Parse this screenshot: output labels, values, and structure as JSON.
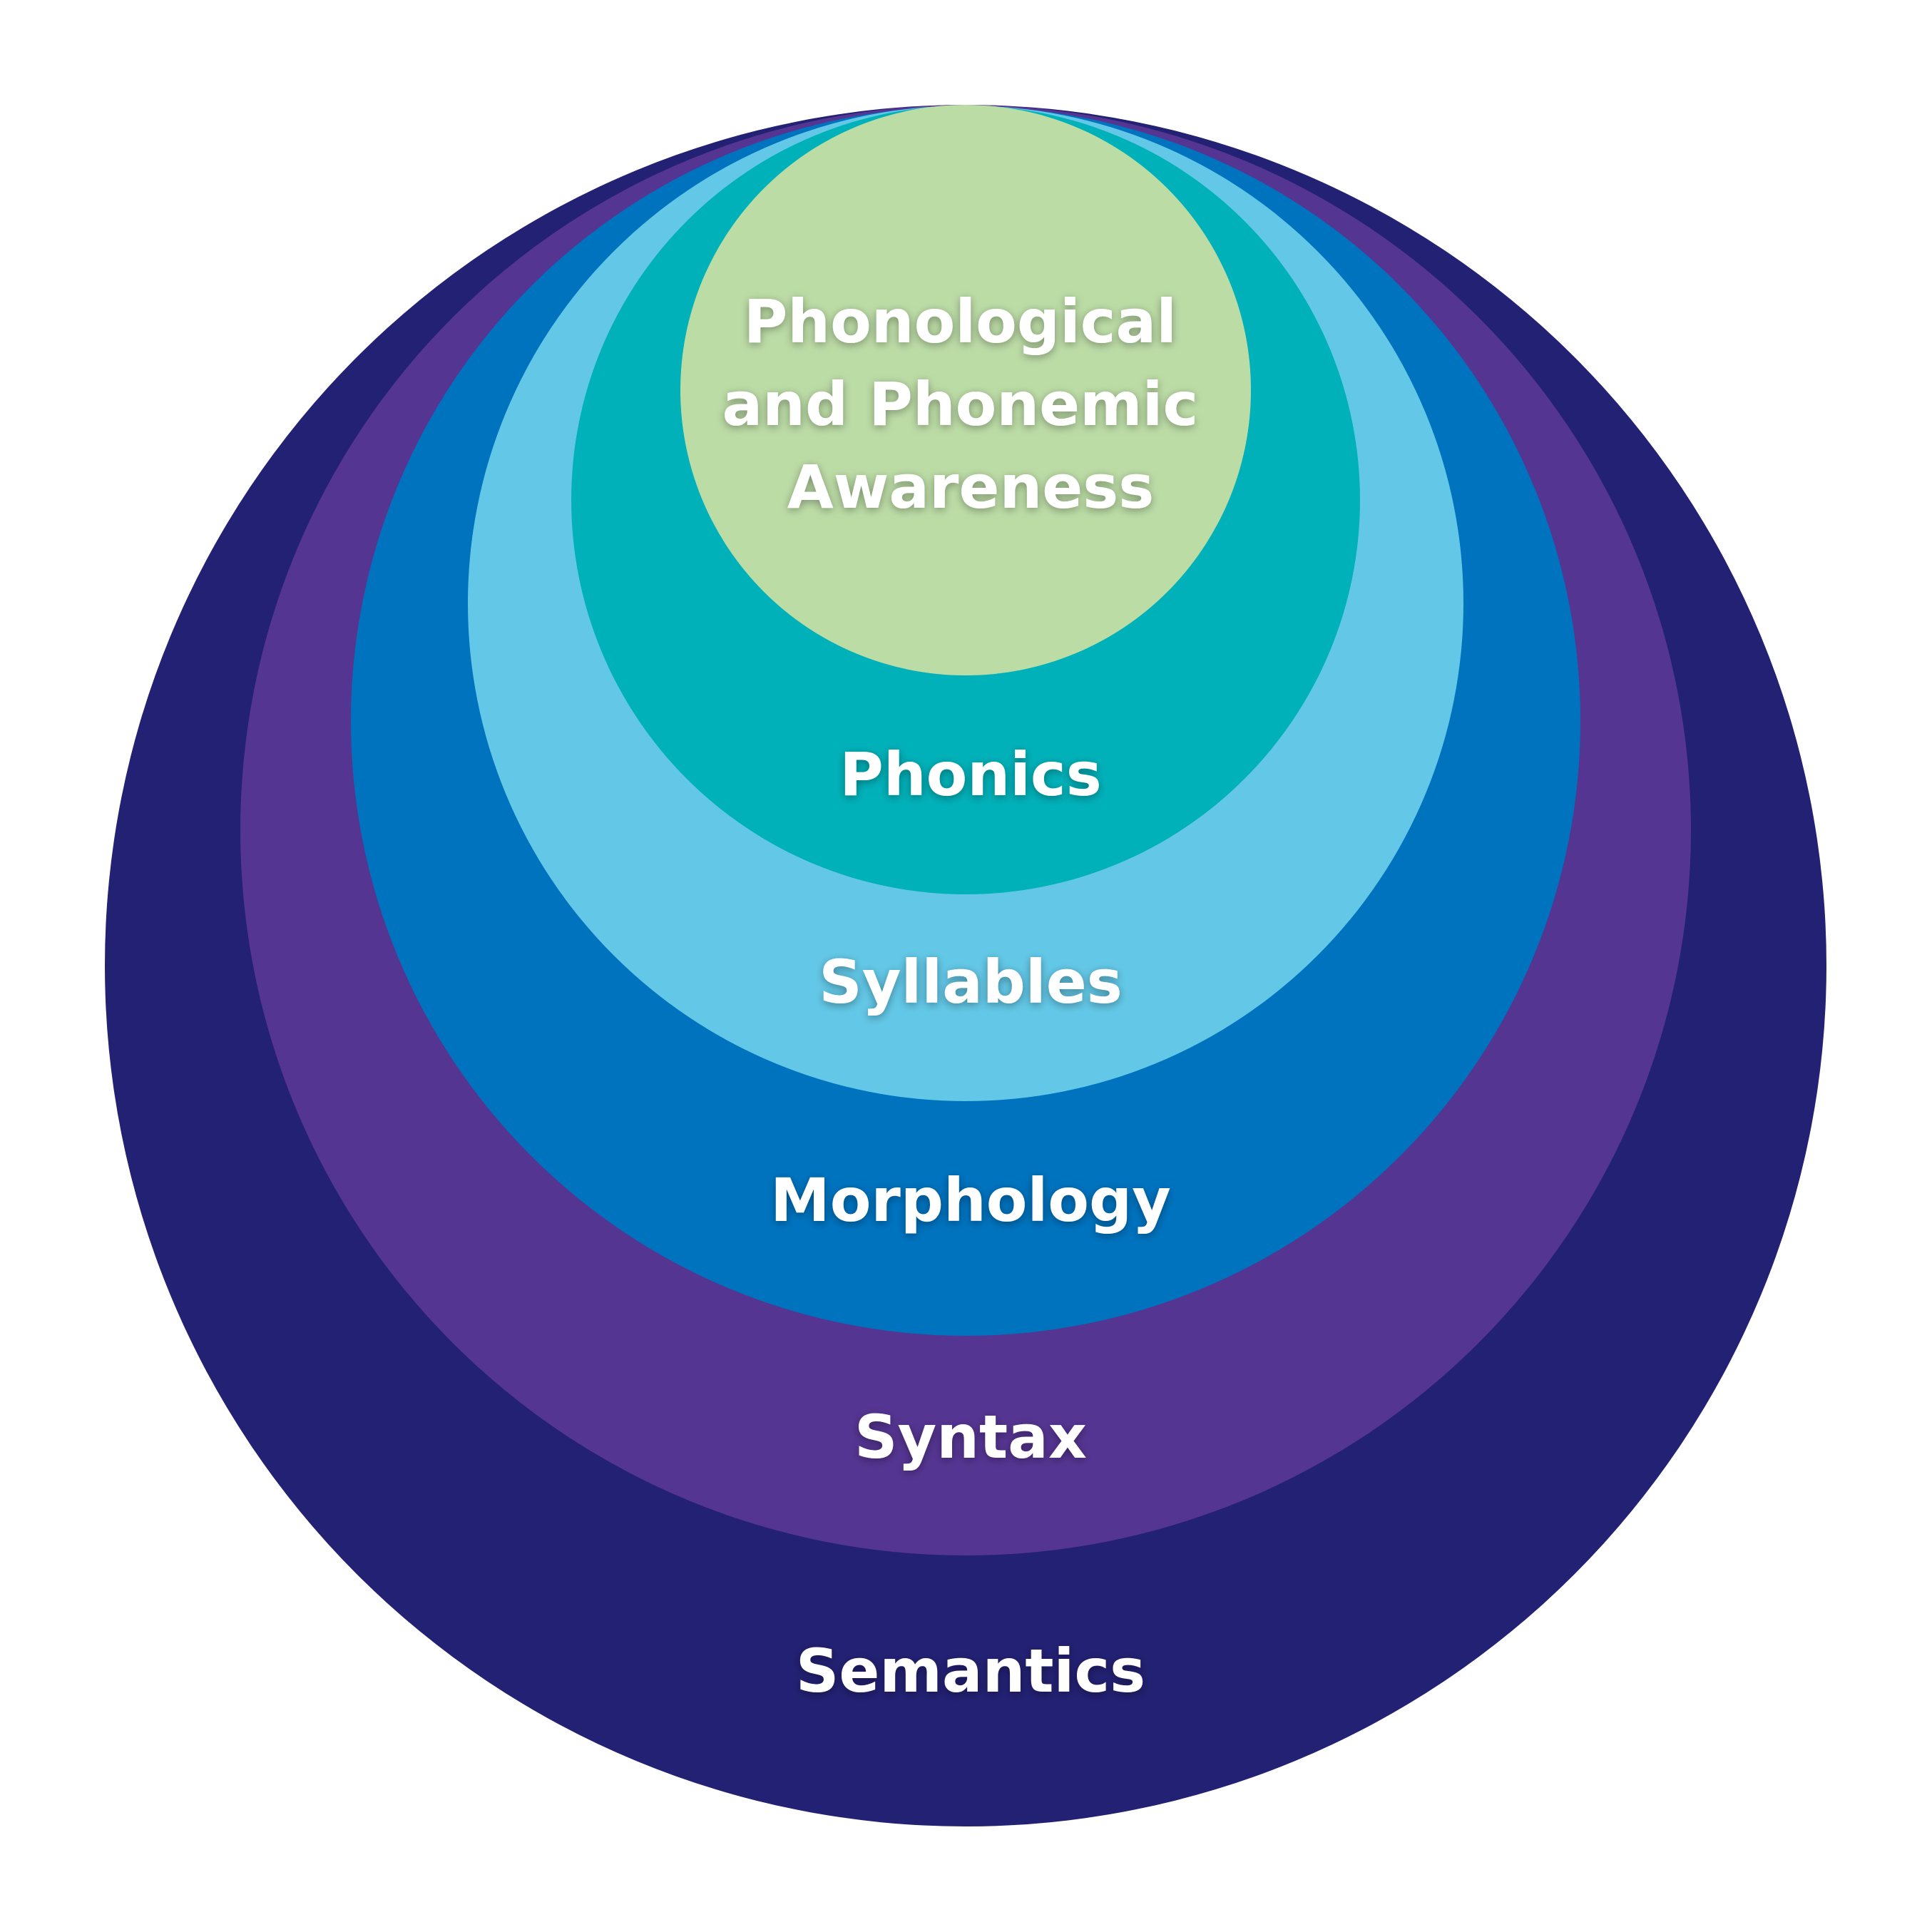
{
  "diagram": {
    "layers": [
      {
        "id": "semantics",
        "label": "Semantics",
        "color": "#232173"
      },
      {
        "id": "syntax",
        "label": "Syntax",
        "color": "#553592"
      },
      {
        "id": "morphology",
        "label": "Morphology",
        "color": "#0073bf"
      },
      {
        "id": "syllables",
        "label": "Syllables",
        "color": "#63c8e7"
      },
      {
        "id": "phonics",
        "label": "Phonics",
        "color": "#01b1b9"
      },
      {
        "id": "phonological",
        "label": "Phonological and Phonemic Awareness",
        "label_lines": [
          "Phonological",
          "and Phonemic",
          "Awareness"
        ],
        "color": "#bcdca6"
      }
    ]
  }
}
